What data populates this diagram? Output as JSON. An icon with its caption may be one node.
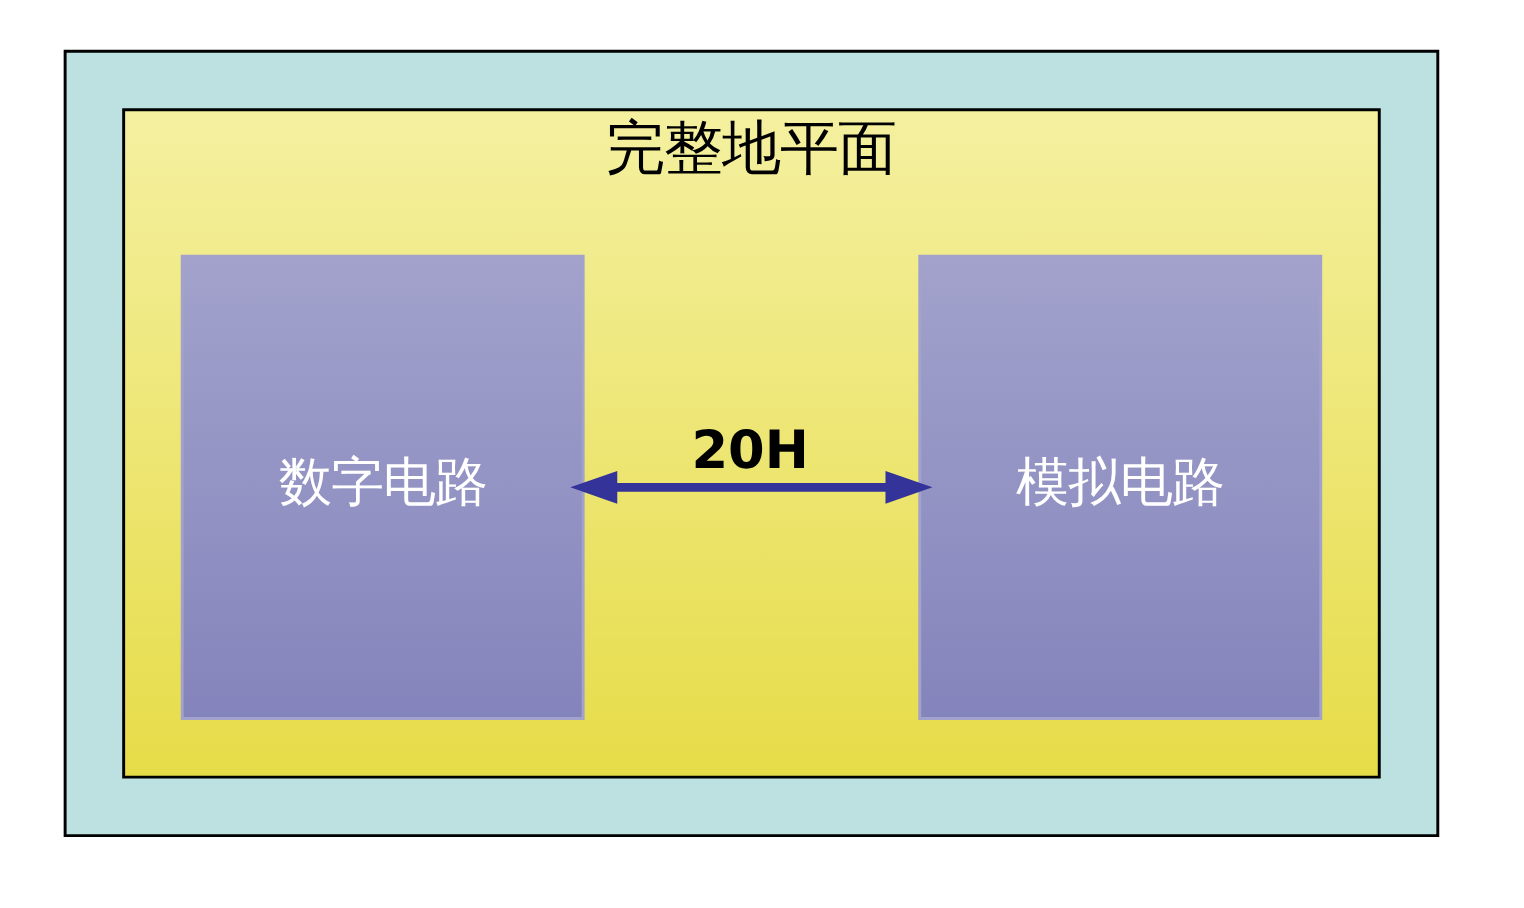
{
  "diagram": {
    "nodes": [
      {
        "text": [],
        "shape": "box"
      },
      {
        "text": [
          "完整地平面"
        ],
        "in": 0
      },
      {
        "text": [
          "数字电路"
        ],
        "in": 1
      },
      {
        "text": [
          "模拟电路"
        ],
        "in": 1
      }
    ],
    "edges": [
      {
        "from": 2,
        "to": 3,
        "arrow": "both",
        "label": "20H"
      }
    ]
  }
}
